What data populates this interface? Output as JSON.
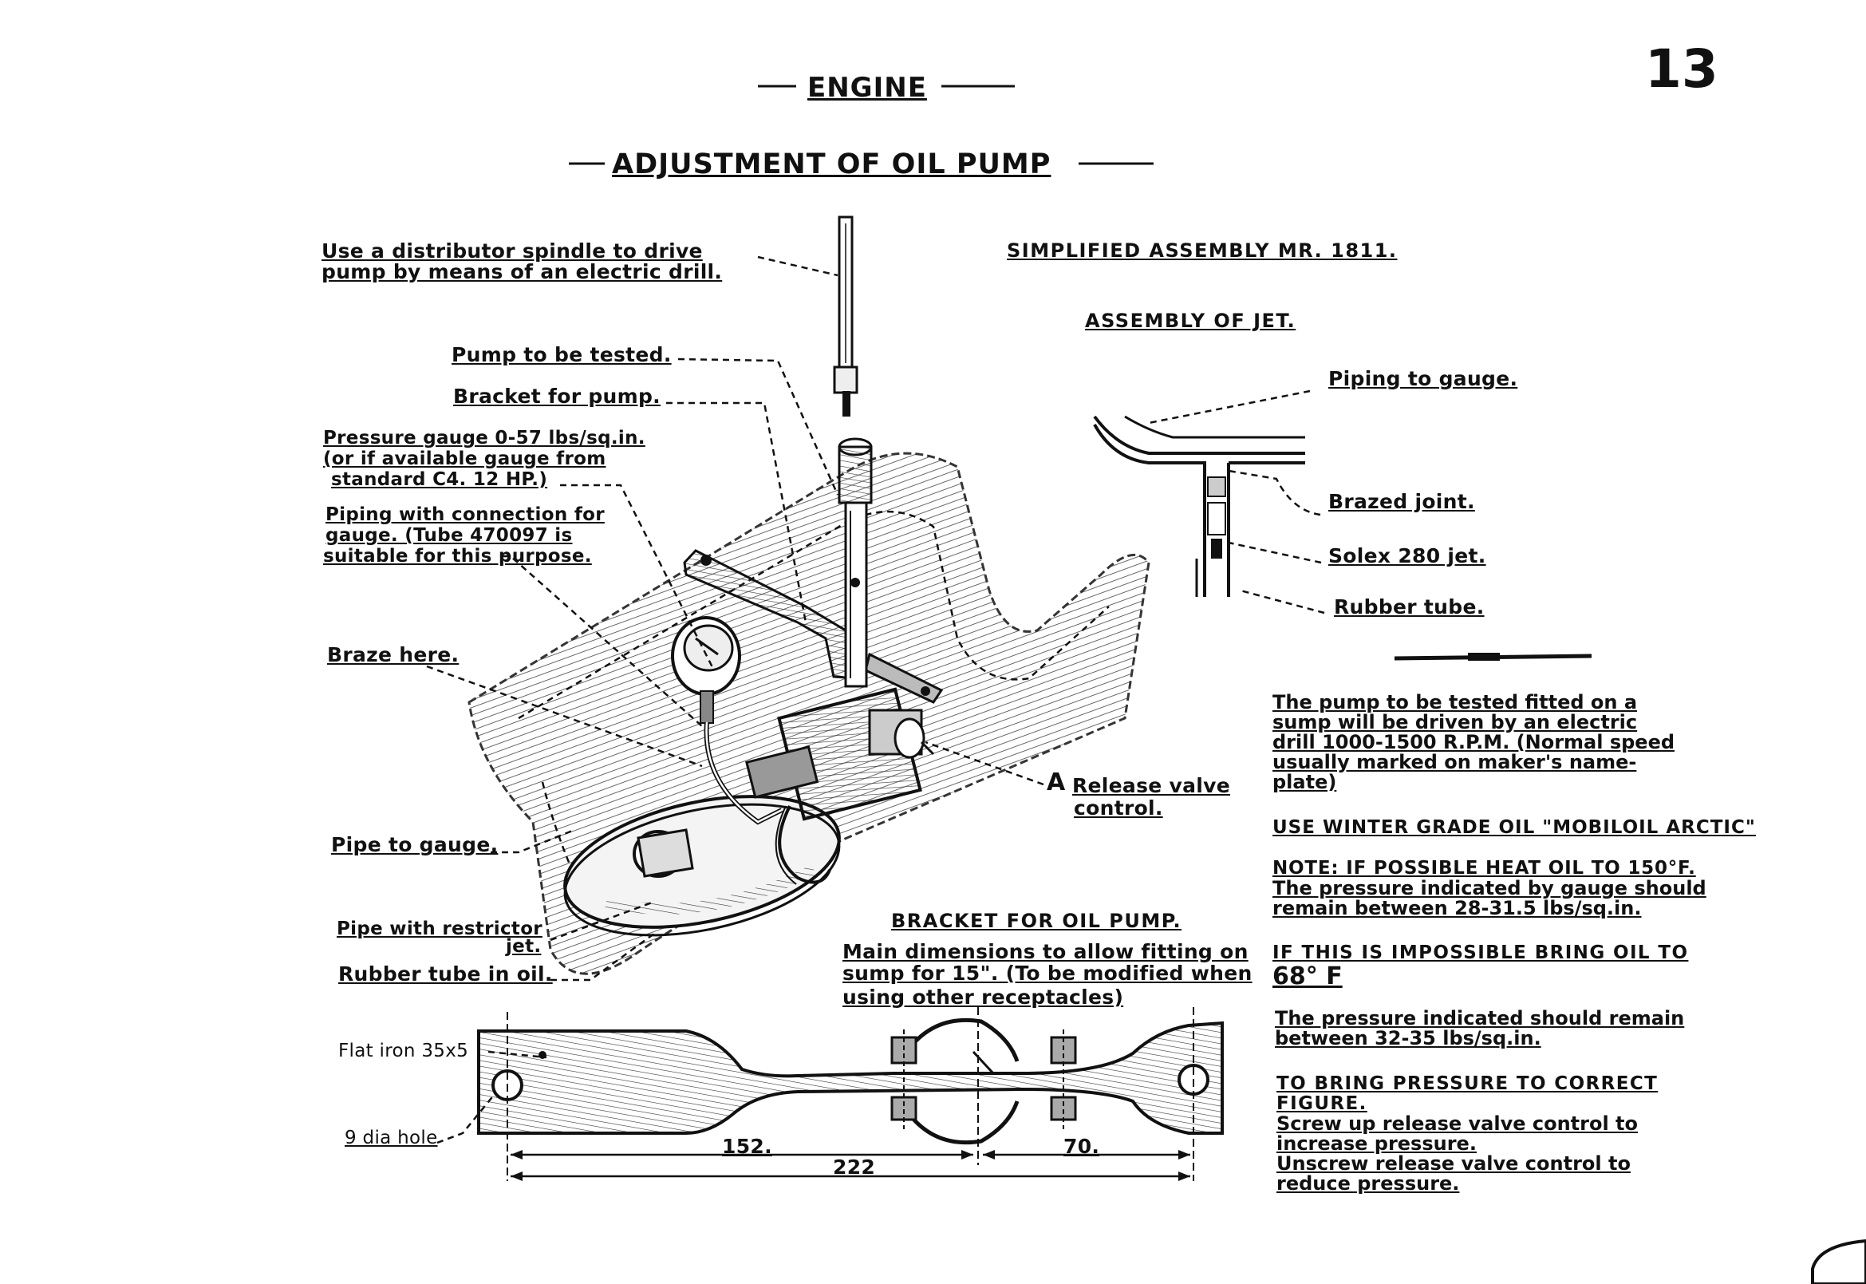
{
  "page": {
    "number": "13",
    "section": "ENGINE",
    "title": "ADJUSTMENT OF OIL PUMP"
  },
  "headings": {
    "simplified": "SIMPLIFIED ASSEMBLY MR. 1811.",
    "jet": "ASSEMBLY OF JET."
  },
  "labels": {
    "spindle_1": "Use a distributor spindle to drive",
    "spindle_2": "pump by means of an electric drill.",
    "pump_tested": "Pump to be tested.",
    "bracket_pump": "Bracket for pump.",
    "gauge_1": "Pressure gauge 0-57 lbs/sq.in.",
    "gauge_2": "(or if available gauge from",
    "gauge_3": "standard C4. 12 HP.)",
    "piping_1": "Piping with connection for",
    "piping_2": "gauge. (Tube 470097 is",
    "piping_3": "suitable for this purpose.",
    "braze": "Braze here.",
    "pipe_gauge": "Pipe to gauge.",
    "pipe_restrictor_1": "Pipe with restrictor",
    "pipe_restrictor_2": "jet.",
    "rubber_oil": "Rubber tube in oil.",
    "release_letter": "A",
    "release_1": "Release valve",
    "release_2": "control.",
    "jet_piping": "Piping to gauge.",
    "jet_brazed": "Brazed joint.",
    "jet_solex": "Solex 280 jet.",
    "jet_rubber": "Rubber tube."
  },
  "bracket": {
    "heading": "BRACKET FOR OIL PUMP.",
    "desc_1": "Main dimensions to allow fitting on",
    "desc_2": "sump for 15\". (To be modified when",
    "desc_3": "using other receptacles)",
    "flat_iron": "Flat iron 35x5",
    "hole": "9 dia hole",
    "dim_152": "152.",
    "dim_222": "222",
    "dim_70": "70."
  },
  "notes": {
    "p1_1": "The pump to be tested fitted on a",
    "p1_2": "sump will be driven by an electric",
    "p1_3": "drill 1000-1500 R.P.M. (Normal speed",
    "p1_4": "usually marked on maker's name-",
    "p1_5": "plate)",
    "winter": "USE WINTER GRADE OIL \"MOBILOIL ARCTIC\"",
    "note_1": "NOTE: IF POSSIBLE HEAT OIL TO 150°F.",
    "note_2": "The pressure indicated by gauge should",
    "note_3": "remain between 28-31.5 lbs/sq.in.",
    "imp_1": "IF THIS IS IMPOSSIBLE BRING OIL TO",
    "imp_2": "68° F",
    "pr_1": "The pressure indicated should remain",
    "pr_2": "between 32-35 lbs/sq.in.",
    "fig_1": "TO BRING PRESSURE TO CORRECT",
    "fig_2": "FIGURE.",
    "sc_1": "Screw up release valve control to",
    "sc_2": "increase pressure.",
    "sc_3": "Unscrew release valve control to",
    "sc_4": "reduce pressure."
  }
}
